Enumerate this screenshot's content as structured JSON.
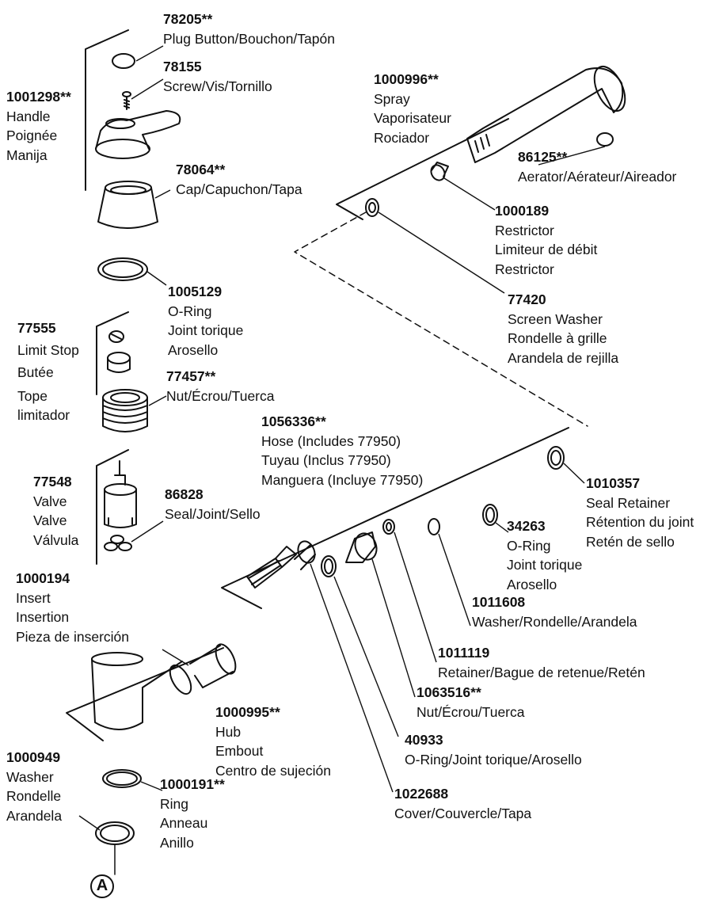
{
  "parts": [
    {
      "id": "p78205",
      "number": "78205**",
      "lines": [
        "Plug Button/Bouchon/Tapón"
      ]
    },
    {
      "id": "p78155",
      "number": "78155",
      "lines": [
        "Screw/Vis/Tornillo"
      ]
    },
    {
      "id": "p1001298",
      "number": "1001298**",
      "lines": [
        "Handle",
        "Poignée",
        "Manija"
      ]
    },
    {
      "id": "p78064",
      "number": "78064**",
      "lines": [
        "Cap/Capuchon/Tapa"
      ]
    },
    {
      "id": "p1005129",
      "number": "1005129",
      "lines": [
        "O-Ring",
        "Joint torique",
        "Arosello"
      ]
    },
    {
      "id": "p77555",
      "number": "77555",
      "lines": [
        "Limit Stop",
        "Butée",
        "Tope",
        "limitador"
      ]
    },
    {
      "id": "p77457",
      "number": "77457**",
      "lines": [
        "Nut/Écrou/Tuerca"
      ]
    },
    {
      "id": "p77548",
      "number": "77548",
      "lines": [
        "Valve",
        "Valve",
        "Válvula"
      ]
    },
    {
      "id": "p86828",
      "number": "86828",
      "lines": [
        "Seal/Joint/Sello"
      ]
    },
    {
      "id": "p1000194",
      "number": "1000194",
      "lines": [
        "Insert",
        "Insertion",
        "Pieza de inserción"
      ]
    },
    {
      "id": "p1000995",
      "number": "1000995**",
      "lines": [
        "Hub",
        "Embout",
        "Centro de sujeción"
      ]
    },
    {
      "id": "p1000949",
      "number": "1000949",
      "lines": [
        "Washer",
        "Rondelle",
        "Arandela"
      ]
    },
    {
      "id": "p1000191",
      "number": "1000191**",
      "lines": [
        "Ring",
        "Anneau",
        "Anillo"
      ]
    },
    {
      "id": "p1000996",
      "number": "1000996**",
      "lines": [
        "Spray",
        "Vaporisateur",
        "Rociador"
      ]
    },
    {
      "id": "p86125",
      "number": "86125**",
      "lines": [
        "Aerator/Aérateur/Aireador"
      ]
    },
    {
      "id": "p1000189",
      "number": "1000189",
      "lines": [
        "Restrictor",
        "Limiteur de débit",
        "Restrictor"
      ]
    },
    {
      "id": "p77420",
      "number": "77420",
      "lines": [
        "Screen Washer",
        "Rondelle à grille",
        "Arandela de rejilla"
      ]
    },
    {
      "id": "p1056336",
      "number": "1056336**",
      "lines": [
        "Hose (Includes 77950)",
        "Tuyau (Inclus 77950)",
        "Manguera (Incluye 77950)"
      ]
    },
    {
      "id": "p1010357",
      "number": "1010357",
      "lines": [
        "Seal Retainer",
        "Rétention du joint",
        "Retén de sello"
      ]
    },
    {
      "id": "p34263",
      "number": "34263",
      "lines": [
        "O-Ring",
        "Joint torique",
        "Arosello"
      ]
    },
    {
      "id": "p1011608",
      "number": "1011608",
      "lines": [
        "Washer/Rondelle/Arandela"
      ]
    },
    {
      "id": "p1011119",
      "number": "1011119",
      "lines": [
        "Retainer/Bague de retenue/Retén"
      ]
    },
    {
      "id": "p1063516",
      "number": "1063516**",
      "lines": [
        "Nut/Écrou/Tuerca"
      ]
    },
    {
      "id": "p40933",
      "number": "40933",
      "lines": [
        "O-Ring/Joint torique/Arosello"
      ]
    },
    {
      "id": "p1022688",
      "number": "1022688",
      "lines": [
        "Cover/Couvercle/Tapa"
      ]
    }
  ],
  "callout": "A"
}
